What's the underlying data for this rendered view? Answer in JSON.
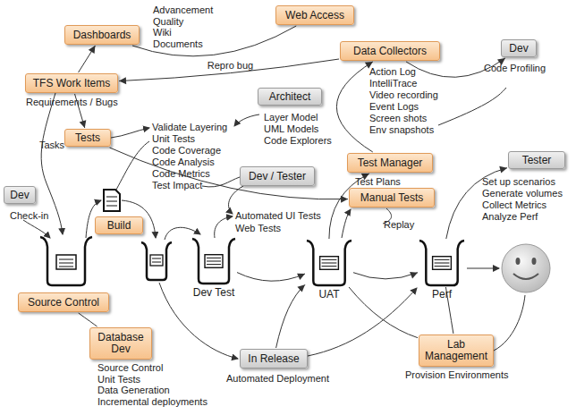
{
  "diagram": {
    "nodes": [
      {
        "text": [
          "Web Access"
        ]
      },
      {
        "text": [
          "Dashboards",
          "Advancement",
          "Quality",
          "Wiki",
          "Documents"
        ]
      },
      {
        "text": [
          "Dev",
          "Code Profiling"
        ]
      },
      {
        "text": [
          "Data Collectors",
          "Action Log",
          "IntelliTrace",
          "Video recording",
          "Event Logs",
          "Screen shots",
          "Env snapshots"
        ]
      },
      {
        "text": [
          "TFS Work Items",
          "Requirements / Bugs"
        ]
      },
      {
        "text": [
          "Architect",
          "Layer Model",
          "UML Models",
          "Code Explorers"
        ]
      },
      {
        "text": [
          "Tests"
        ]
      },
      {
        "text": [
          "Tester",
          "Set up scenarios",
          "Generate volumes",
          "Collect Metrics",
          "Analyze Perf"
        ]
      },
      {
        "text": [
          "Test Manager",
          "Test Plans"
        ]
      },
      {
        "text": [
          "Dev / Tester",
          "Automated UI Tests",
          "Web Tests"
        ]
      },
      {
        "text": [
          "Dev",
          "Check-in"
        ]
      },
      {
        "text": [
          "Manual Tests",
          "Replay"
        ]
      },
      {
        "text": [
          "Build"
        ]
      },
      {
        "text": [
          "Dev Test"
        ]
      },
      {
        "text": [
          "UAT"
        ]
      },
      {
        "text": [
          "Perf"
        ]
      },
      {
        "text": [
          "Source Control"
        ]
      },
      {
        "text": [
          "Database Dev",
          "Source Control",
          "Unit Tests",
          "Data Generation",
          "Incremental deployments"
        ]
      },
      {
        "text": [
          "Lab Management",
          "Provision Environments"
        ]
      },
      {
        "text": [
          "In Release",
          "Automated Deployment"
        ]
      }
    ],
    "edges": [
      {
        "from": 4,
        "to": 1,
        "arrow": "to"
      },
      {
        "from": 1,
        "to": 0,
        "arrow": "none"
      },
      {
        "from": 3,
        "to": 4,
        "label": "Repro bug",
        "arrow": "to"
      },
      {
        "from": 4,
        "to": 6,
        "arrow": "to"
      },
      {
        "from": 8,
        "to": 3,
        "arrow": "to"
      },
      {
        "from": 3,
        "to": 2,
        "arrow": "to"
      },
      {
        "from": 6,
        "to": 11,
        "arrow": "to"
      },
      {
        "from": 15,
        "to": 7,
        "arrow": "to"
      },
      {
        "from": 13,
        "to": 14,
        "arrow": "to"
      },
      {
        "from": 14,
        "to": 15,
        "arrow": "to"
      },
      {
        "from": 14,
        "to": 8,
        "arrow": "to"
      },
      {
        "from": 19,
        "to": 14,
        "arrow": "to"
      },
      {
        "from": 18,
        "to": 15,
        "arrow": "none"
      },
      {
        "from": 16,
        "to": 17,
        "arrow": "none"
      },
      {
        "from": 18,
        "to": 14,
        "arrow": "none"
      }
    ],
    "labels": [
      "Tasks",
      "Validate Layering",
      "Unit Tests",
      "Code Coverage",
      "Code Analysis",
      "Code Metrics",
      "Test Impact"
    ]
  }
}
